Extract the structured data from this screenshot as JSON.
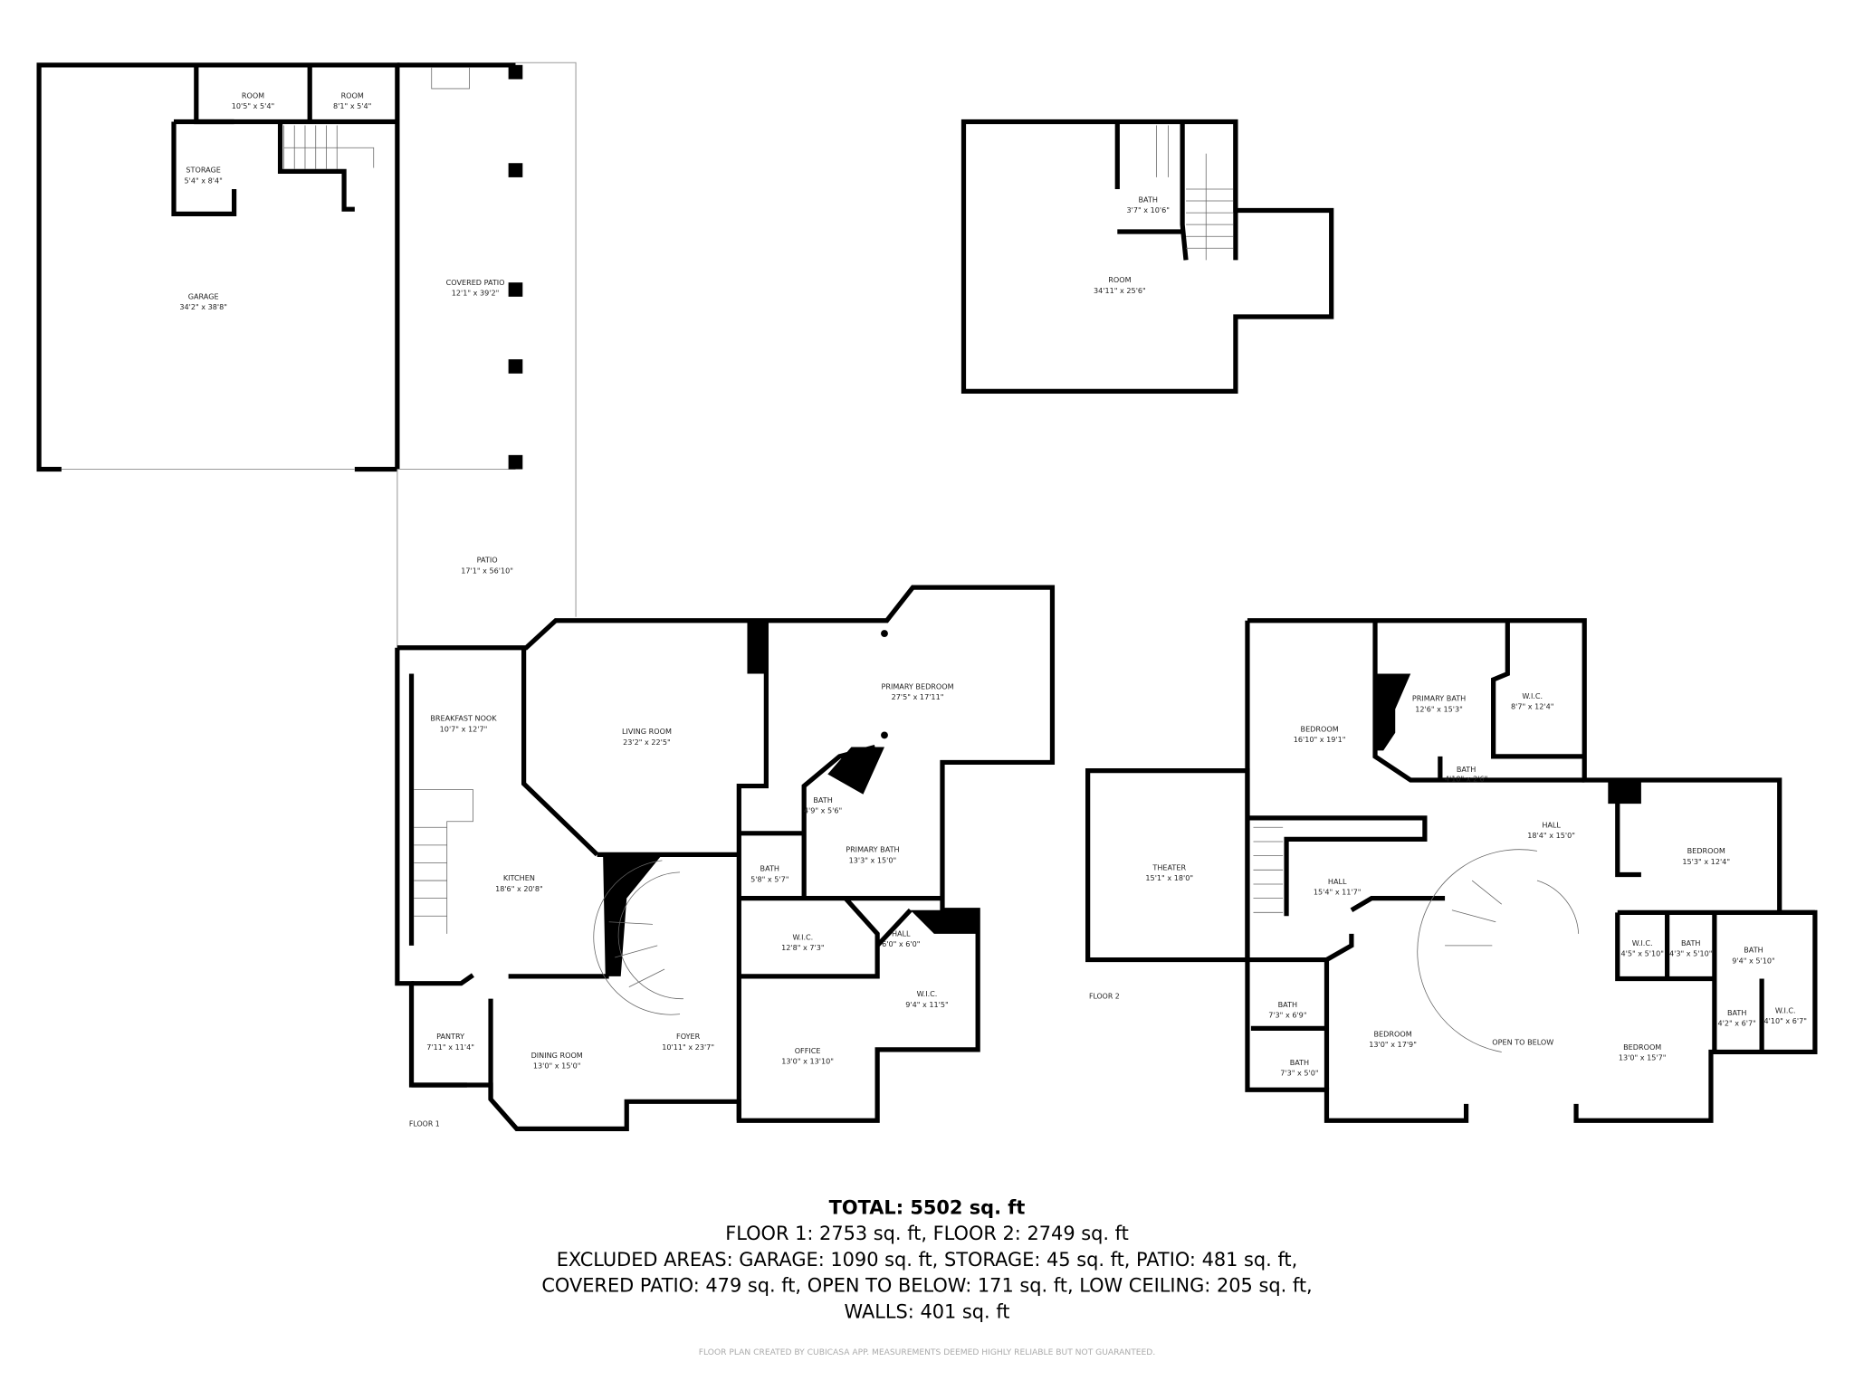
{
  "floors": {
    "floor1_label": "FLOOR 1",
    "floor2_label": "FLOOR 2"
  },
  "rooms": {
    "garage": {
      "name": "GARAGE",
      "dims": "34'2\" x 38'8\""
    },
    "room_a": {
      "name": "ROOM",
      "dims": "10'5\" x 5'4\""
    },
    "room_b": {
      "name": "ROOM",
      "dims": "8'1\" x 5'4\""
    },
    "storage": {
      "name": "STORAGE",
      "dims": "5'4\" x 8'4\""
    },
    "covered_patio": {
      "name": "COVERED PATIO",
      "dims": "12'1\" x 39'2\""
    },
    "patio": {
      "name": "PATIO",
      "dims": "17'1\" x 56'10\""
    },
    "upper_bath": {
      "name": "BATH",
      "dims": "3'7\" x 10'6\""
    },
    "upper_room": {
      "name": "ROOM",
      "dims": "34'11\" x 25'6\""
    },
    "breakfast_nook": {
      "name": "BREAKFAST NOOK",
      "dims": "10'7\" x 12'7\""
    },
    "living_room": {
      "name": "LIVING ROOM",
      "dims": "23'2\" x 22'5\""
    },
    "primary_bedroom": {
      "name": "PRIMARY BEDROOM",
      "dims": "27'5\" x 17'11\""
    },
    "kitchen": {
      "name": "KITCHEN",
      "dims": "18'6\" x 20'8\""
    },
    "bath_1a": {
      "name": "BATH",
      "dims": "4'9\" x 5'6\""
    },
    "bath_1b": {
      "name": "BATH",
      "dims": "5'8\" x 5'7\""
    },
    "primary_bath_1": {
      "name": "PRIMARY BATH",
      "dims": "13'3\" x 15'0\""
    },
    "wic_1a": {
      "name": "W.I.C.",
      "dims": "12'8\" x 7'3\""
    },
    "hall_1": {
      "name": "HALL",
      "dims": "6'0\" x 6'0\""
    },
    "wic_1b": {
      "name": "W.I.C.",
      "dims": "9'4\" x 11'5\""
    },
    "pantry": {
      "name": "PANTRY",
      "dims": "7'11\" x 11'4\""
    },
    "dining_room": {
      "name": "DINING ROOM",
      "dims": "13'0\" x 15'0\""
    },
    "foyer": {
      "name": "FOYER",
      "dims": "10'11\" x 23'7\""
    },
    "office": {
      "name": "OFFICE",
      "dims": "13'0\" x 13'10\""
    },
    "bedroom_2a": {
      "name": "BEDROOM",
      "dims": "16'10\" x 19'1\""
    },
    "primary_bath_2": {
      "name": "PRIMARY BATH",
      "dims": "12'6\" x 15'3\""
    },
    "wic_2a": {
      "name": "W.I.C.",
      "dims": "8'7\" x 12'4\""
    },
    "bath_2a": {
      "name": "BATH",
      "dims": "4'10\" x 2'6\""
    },
    "theater": {
      "name": "THEATER",
      "dims": "15'1\" x 18'0\""
    },
    "hall_2a": {
      "name": "HALL",
      "dims": "18'4\" x 15'0\""
    },
    "bedroom_2b": {
      "name": "BEDROOM",
      "dims": "15'3\" x 12'4\""
    },
    "hall_2b": {
      "name": "HALL",
      "dims": "15'4\" x 11'7\""
    },
    "wic_2b": {
      "name": "W.I.C.",
      "dims": "4'5\" x 5'10\""
    },
    "bath_2b": {
      "name": "BATH",
      "dims": "4'3\" x 5'10\""
    },
    "bath_2c": {
      "name": "BATH",
      "dims": "9'4\" x 5'10\""
    },
    "bath_2d": {
      "name": "BATH",
      "dims": "7'3\" x 6'9\""
    },
    "bath_2e": {
      "name": "BATH",
      "dims": "7'3\" x 5'0\""
    },
    "bedroom_2c": {
      "name": "BEDROOM",
      "dims": "13'0\" x 17'9\""
    },
    "open_to_below": {
      "name": "OPEN TO BELOW",
      "dims": ""
    },
    "bedroom_2d": {
      "name": "BEDROOM",
      "dims": "13'0\" x 15'7\""
    },
    "bath_2f": {
      "name": "BATH",
      "dims": "4'2\" x 6'7\""
    },
    "wic_2c": {
      "name": "W.I.C.",
      "dims": "4'10\" x 6'7\""
    }
  },
  "summary": {
    "total": "TOTAL: 5502 sq. ft",
    "floors": "FLOOR 1: 2753 sq. ft, FLOOR 2: 2749 sq. ft",
    "excluded_1": "EXCLUDED AREAS: GARAGE: 1090 sq. ft, STORAGE: 45 sq. ft, PATIO: 481 sq. ft,",
    "excluded_2": "COVERED PATIO: 479 sq. ft, OPEN TO BELOW: 171 sq. ft, LOW CEILING: 205 sq. ft,",
    "walls": "WALLS: 401 sq. ft",
    "credit": "FLOOR PLAN CREATED BY CUBICASA APP. MEASUREMENTS DEEMED HIGHLY RELIABLE BUT NOT GUARANTEED."
  }
}
